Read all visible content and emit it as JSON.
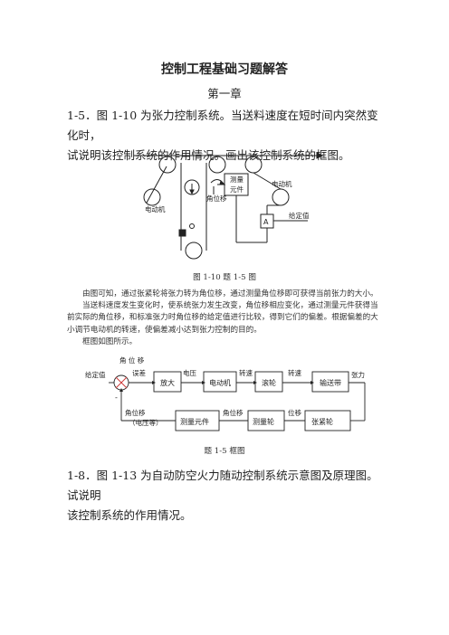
{
  "doc": {
    "title": "控制工程基础习题解答",
    "chapter": "第一章",
    "q15": [
      "1-5．图 1-10 为张力控制系统。当送料速度在短时间内突然变化时，",
      "试说明该控制系统的作用情况。画出该控制系统的框图。"
    ],
    "fig110": {
      "motor_left": "电动机",
      "angle_disp": "角位移",
      "measure1": "测量",
      "measure2": "元件",
      "motor_right": "电动机",
      "setpoint": "给定值",
      "amp_symbol": "A",
      "caption": "图 1-10  题 1-5 图"
    },
    "para": [
      "由图可知，通过张紧轮将张力转为角位移，通过测量角位移即可获得当前张力的大小。",
      "当送料速度发生变化时，使系统张力发生改变，角位移相应变化，通过测量元件获得当前实际的角位移，和标准张力时角位移的给定值进行比较，得到它们的偏差。根据偏差的大小调节电动机的转速，使偏差减小达到张力控制的目的。",
      "框图如图所示。"
    ],
    "block": {
      "setpoint": "给定值",
      "angle_disp": "角 位 移",
      "error": "误差",
      "amplifier": "放大",
      "voltage": "电压",
      "motor": "电动机",
      "speed1": "转速",
      "roller": "滚轮",
      "speed2": "转速",
      "conveyor": "输送带",
      "tension": "张力",
      "tensioner": "张紧轮",
      "displacement": "位移",
      "measure_wheel": "测量轮",
      "angle_mid": "角位移",
      "measure_element": "测量元件",
      "fb_angle": "角位移",
      "fb_voltage": "（电压等）",
      "minus": "-",
      "caption": "题 1-5  框图"
    },
    "q18": [
      "1-8．图 1-13 为自动防空火力随动控制系统示意图及原理图。试说明",
      "该控制系统的作用情况。"
    ]
  }
}
